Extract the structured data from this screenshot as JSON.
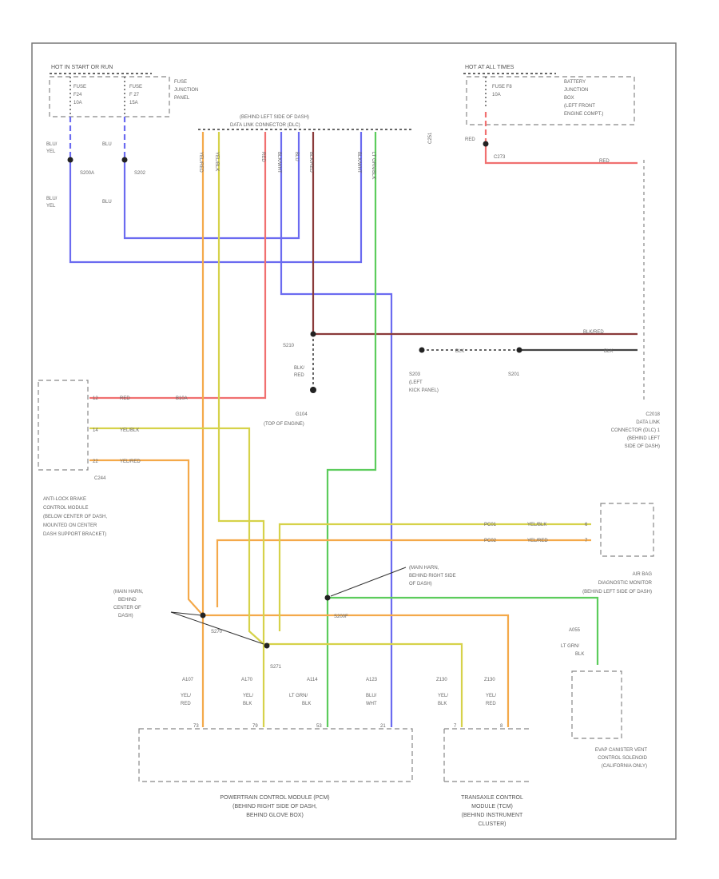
{
  "frame_tag": "",
  "blocks": {
    "hot_run": {
      "title": "HOT IN START OR RUN",
      "fuse1": [
        "FUSE",
        "F24",
        "10A"
      ],
      "fuse2": [
        "FUSE",
        "F 27",
        "15A"
      ],
      "panel": [
        "FUSE",
        "JUNCTION",
        "PANEL"
      ]
    },
    "hot_all": {
      "title": "HOT AT ALL TIMES",
      "fuse": [
        "FUSE F8",
        "10A"
      ],
      "box": [
        "BATTERY",
        "JUNCTION",
        "BOX",
        "(LEFT FRONT",
        "ENGINE COMPT.)"
      ]
    },
    "behind_dash": "(BEHIND LEFT SIDE OF DASH)",
    "data_link_conn": "DATA LINK CONNECTOR (DLC)",
    "dlc_tag": "C251",
    "dlc_label": [
      "C2018",
      "DATA LINK",
      "CONNECTOR (DLC) 1",
      "(BEHIND LEFT",
      "SIDE OF DASH)"
    ],
    "abs": [
      "ANTI-LOCK BRAKE",
      "CONTROL MODULE",
      "(BELOW CENTER OF DASH,",
      "MOUNTED ON CENTER",
      "DASH SUPPORT BRACKET)"
    ],
    "abs_conn": "C244",
    "airbag": [
      "AIR BAG",
      "DIAGNOSTIC MONITOR",
      "(BEHIND LEFT SIDE OF DASH)"
    ],
    "evap": [
      "EVAP CANISTER VENT",
      "CONTROL SOLENOID",
      "(CALIFORNIA ONLY)"
    ],
    "pcm": [
      "POWERTRAIN CONTROL MODULE (PCM)",
      "(BEHIND RIGHT SIDE OF DASH,",
      "BEHIND GLOVE BOX)"
    ],
    "tcm": [
      "TRANSAXLE CONTROL",
      "MODULE (TCM)",
      "(BEHIND INSTRUMENT",
      "CLUSTER)"
    ]
  },
  "splices": {
    "s200a": "S200A",
    "s202": "S202",
    "s210": "S210",
    "s201": "S201",
    "s203": [
      "S203",
      "(LEFT",
      "KICK PANEL)"
    ],
    "g104": [
      "G104",
      "(TOP OF ENGINE)"
    ],
    "s270": "S270",
    "s271": "S271",
    "main_center": [
      "(MAIN HARN,",
      "BEHIND",
      "CENTER OF",
      "DASH)"
    ],
    "main_right": [
      "(MAIN HARN,",
      "BEHIND RIGHT SIDE",
      "OF DASH)"
    ],
    "s200f": "S200F"
  },
  "wire_labels": {
    "blu_yel_top": [
      "BLU/",
      "YEL"
    ],
    "blu_yel_bot": [
      "BLU/",
      "YEL"
    ],
    "blu_top": "BLU",
    "blu_bot": "BLU",
    "red": "RED",
    "blk_red": [
      "BLK/",
      "RED"
    ],
    "c273": "C273",
    "dlc_vert": [
      "YEL/RED",
      "YEL/BLK",
      "RED",
      "BLK/WHT",
      "BLU",
      "BLK/RED",
      "BLK/WHT",
      "LT GRN/BLK"
    ],
    "red_h": "RED",
    "blk_red_h": "BLK/RED",
    "blk_h1": "BLK",
    "blk_h2": "BLK",
    "abs_red": [
      "12",
      "RED",
      "B10A"
    ],
    "abs_yel": [
      "14",
      "YEL/BLK"
    ],
    "abs_yr": [
      "22",
      "YEL/RED"
    ],
    "pc01": [
      "PC01",
      "YEL/BLK",
      "6"
    ],
    "pc02": [
      "PC02",
      "YEL/RED",
      "7"
    ],
    "a055": "A055",
    "lt_grn_blk": [
      "LT GRN/",
      "BLK"
    ],
    "bottom_codes": [
      "A107",
      "A170",
      "A114",
      "A123",
      "Z130",
      "Z130"
    ],
    "bottom_colors": [
      [
        "YEL/",
        "RED"
      ],
      [
        "YEL/",
        "BLK"
      ],
      [
        "LT GRN/",
        "BLK"
      ],
      [
        "BLU/",
        "WHT"
      ],
      [
        "YEL/",
        "BLK"
      ],
      [
        "YEL/",
        "RED"
      ]
    ],
    "bottom_pins": [
      "73",
      "79",
      "53",
      "21",
      "7",
      "8"
    ]
  },
  "colors": {
    "orange": "#f4a94a",
    "yellow": "#d6d24a",
    "red": "#f07070",
    "blue": "#6b6bf0",
    "green": "#5ccc5c",
    "maroon": "#8a3a3a",
    "black": "#333333",
    "dlc_pins": "#888888"
  }
}
